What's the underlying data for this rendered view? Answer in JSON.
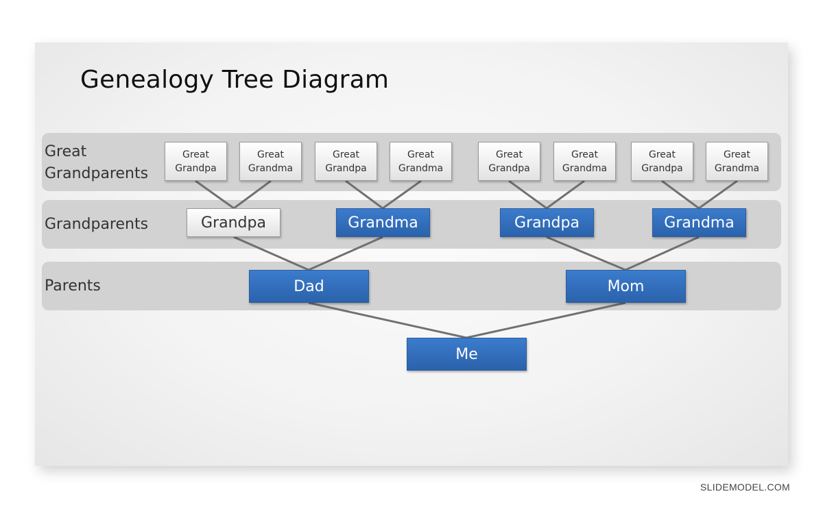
{
  "title": "Genealogy Tree Diagram",
  "rows": {
    "great_grandparents": "Great\nGrandparents",
    "grandparents": "Grandparents",
    "parents": "Parents"
  },
  "great_grandparents": [
    {
      "line1": "Great",
      "line2": "Grandpa",
      "style": "white"
    },
    {
      "line1": "Great",
      "line2": "Grandma",
      "style": "white"
    },
    {
      "line1": "Great",
      "line2": "Grandpa",
      "style": "white"
    },
    {
      "line1": "Great",
      "line2": "Grandma",
      "style": "white"
    },
    {
      "line1": "Great",
      "line2": "Grandpa",
      "style": "white"
    },
    {
      "line1": "Great",
      "line2": "Grandma",
      "style": "white"
    },
    {
      "line1": "Great",
      "line2": "Grandpa",
      "style": "white"
    },
    {
      "line1": "Great",
      "line2": "Grandma",
      "style": "white"
    }
  ],
  "grandparents": [
    {
      "label": "Grandpa",
      "style": "white"
    },
    {
      "label": "Grandma",
      "style": "blue"
    },
    {
      "label": "Grandpa",
      "style": "blue"
    },
    {
      "label": "Grandma",
      "style": "blue"
    }
  ],
  "parents": [
    {
      "label": "Dad",
      "style": "blue"
    },
    {
      "label": "Mom",
      "style": "blue"
    }
  ],
  "me": {
    "label": "Me",
    "style": "blue"
  },
  "colors": {
    "blue": "#2f6dbd",
    "band": "#d2d2d2",
    "connector": "#707070"
  },
  "watermark": "SLIDEMODEL.COM"
}
